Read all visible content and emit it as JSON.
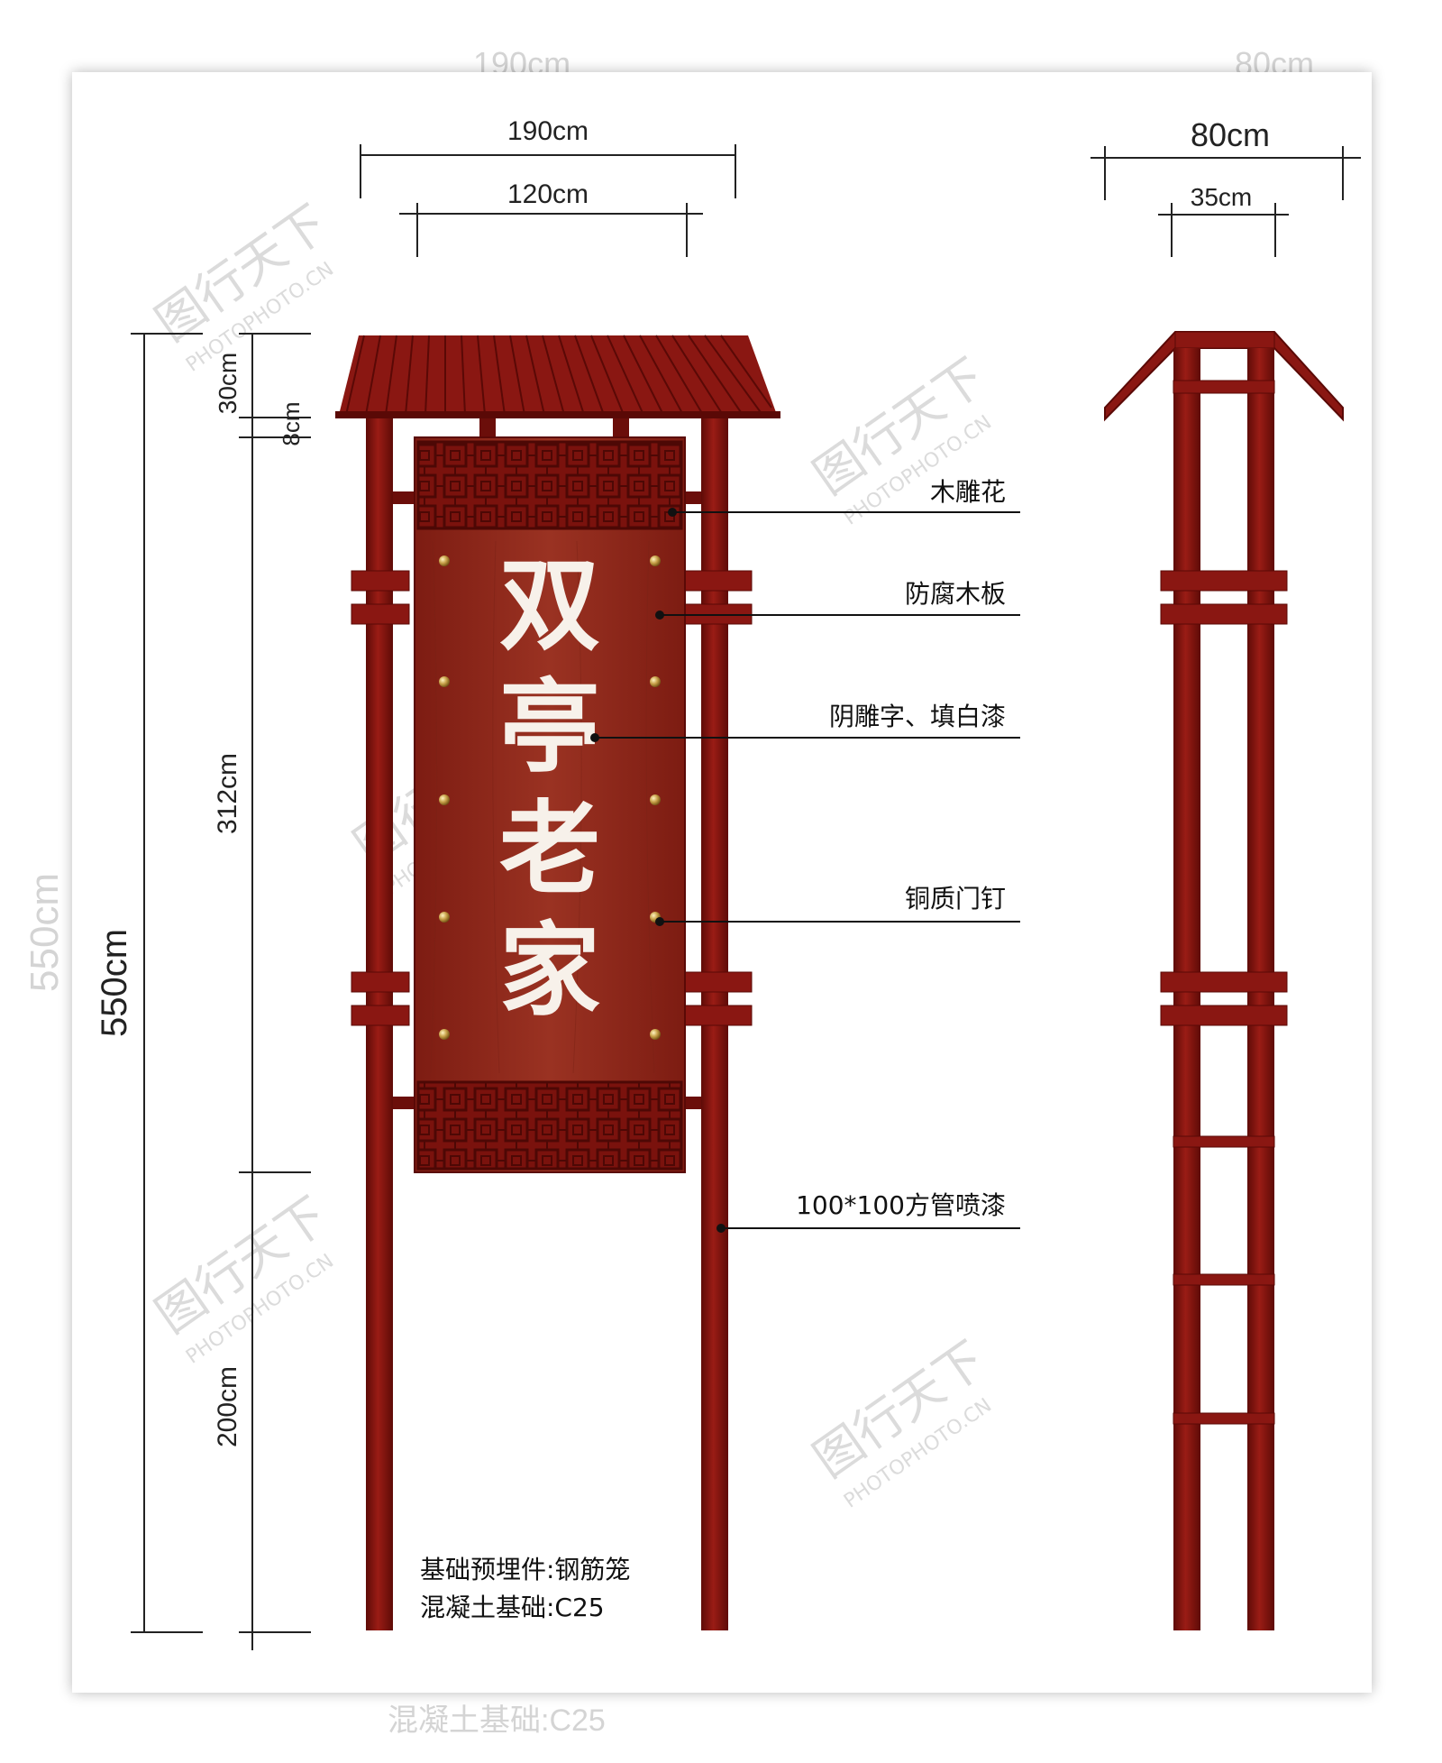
{
  "ghost_labels": {
    "width_190": "190cm",
    "width_80": "80cm",
    "height_550": "550cm",
    "foundation_concrete": "混凝土基础:C25"
  },
  "front_view": {
    "width_outer": "190cm",
    "width_inner": "120cm",
    "total_height": "550cm",
    "roof_height": "30cm",
    "gap_height": "8cm",
    "panel_height": "312cm",
    "post_height": "200cm"
  },
  "side_view": {
    "width_outer": "80cm",
    "width_inner": "35cm"
  },
  "sign": {
    "characters": [
      "双",
      "亭",
      "老",
      "家"
    ]
  },
  "callouts": {
    "carving": "木雕花",
    "board": "防腐木板",
    "lettering": "阴雕字、填白漆",
    "nails": "铜质门钉",
    "tube": "100*100方管喷漆"
  },
  "foundation": {
    "embedded": "基础预埋件:钢筋笼",
    "concrete": "混凝土基础:C25"
  },
  "watermark": {
    "brand": "图行天下",
    "site": "PHOTOPHOTO.CN"
  },
  "colors": {
    "wood_dark": "#6b0e0a",
    "wood_main": "#8a1712",
    "board": "#8f2a1c",
    "lettering": "#f7f1ea",
    "nail": "#c8a24a"
  }
}
